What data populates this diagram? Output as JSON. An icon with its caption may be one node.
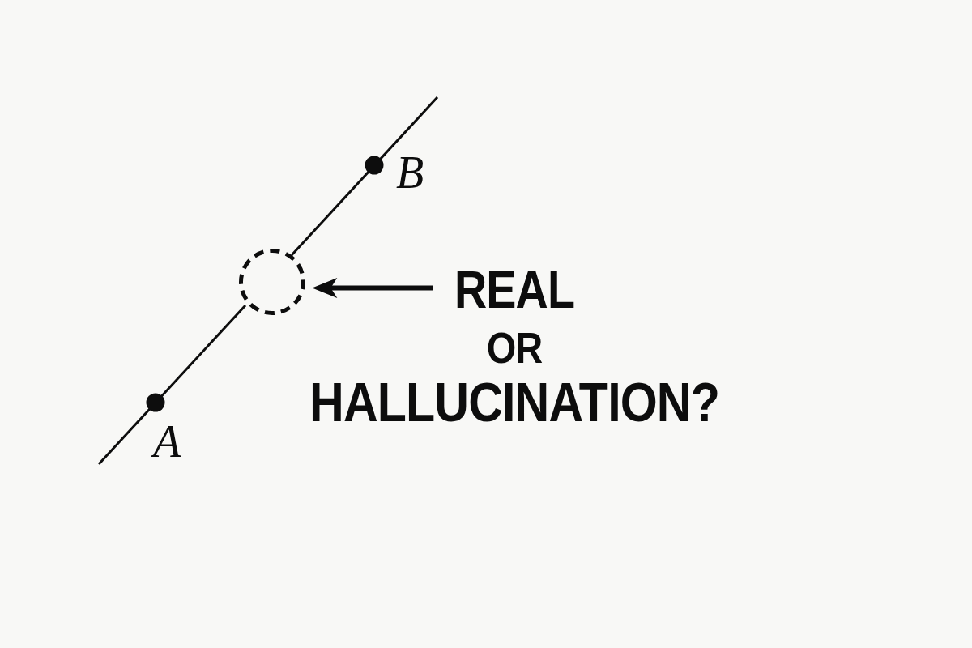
{
  "diagram": {
    "nodes": [
      {
        "text": [],
        "shape": "circle"
      },
      {
        "text": [
          "REAL OR HALLUCINATION?"
        ]
      }
    ],
    "edges": [
      {
        "from": 1,
        "to": 0,
        "arrow": "to"
      }
    ],
    "labels": [
      "B",
      "A"
    ]
  }
}
